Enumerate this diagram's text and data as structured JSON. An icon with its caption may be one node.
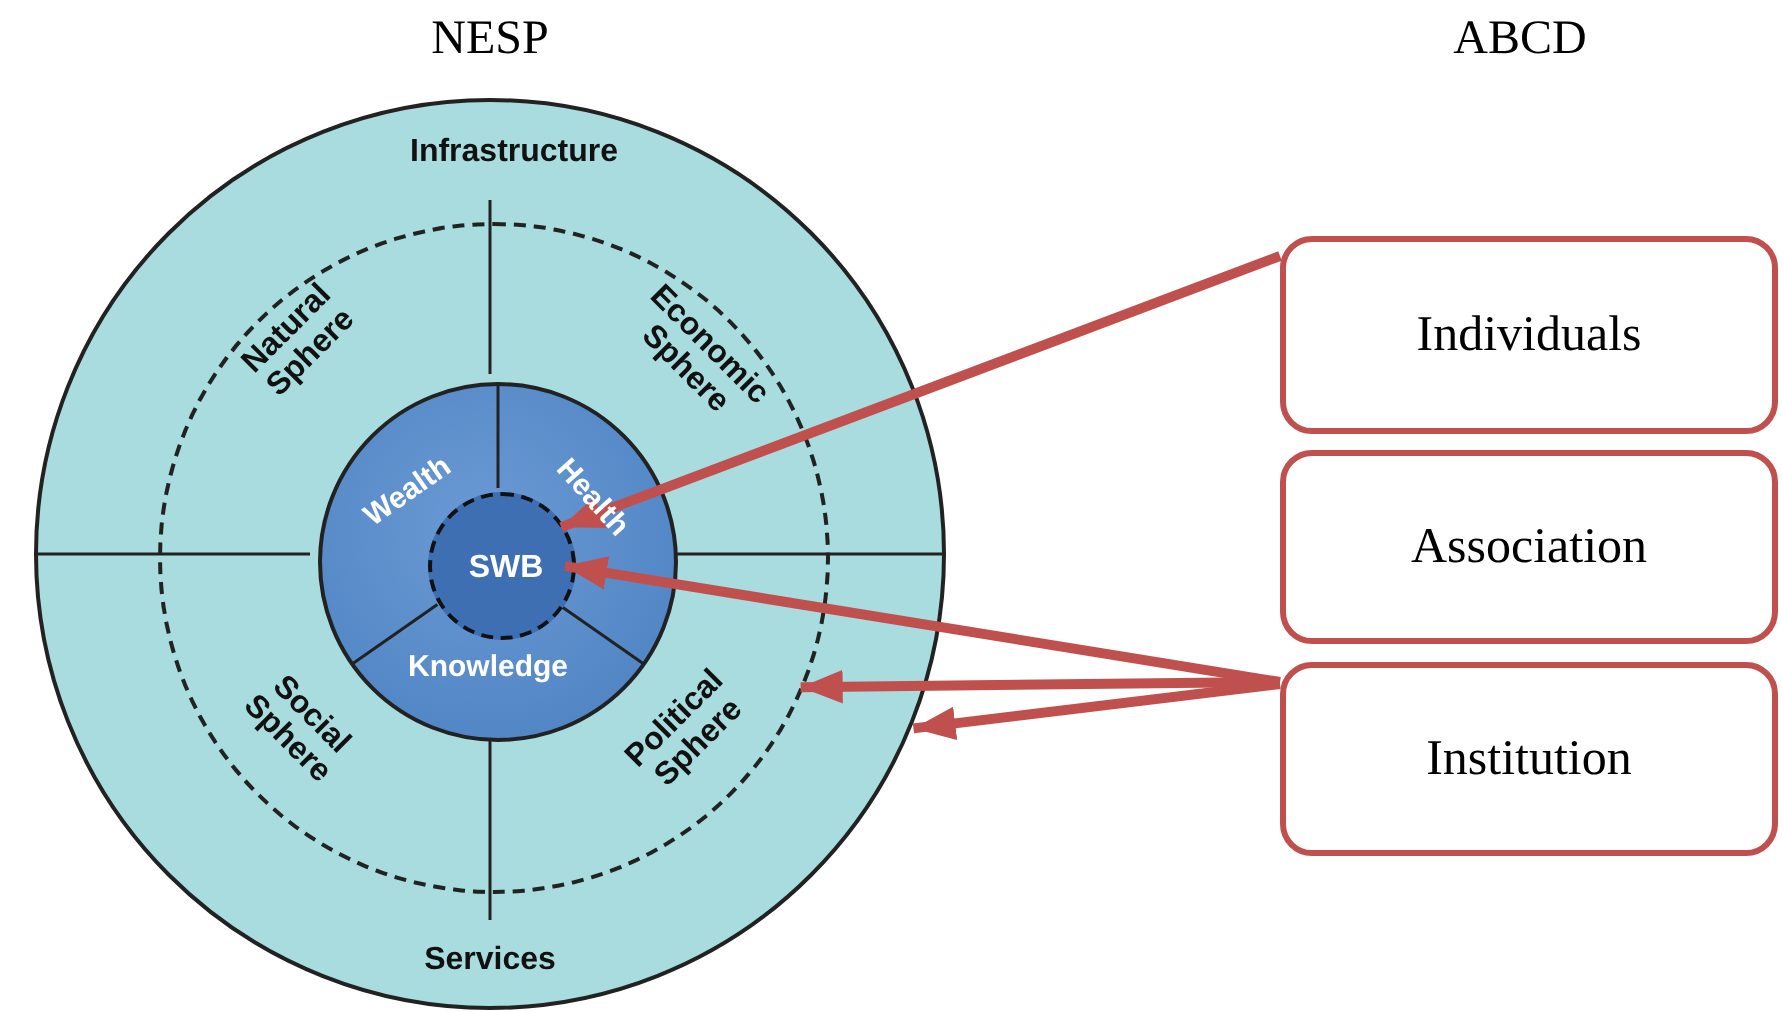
{
  "diagram": {
    "nodes": [
      {
        "text": [
          "Infrastructure",
          "Services"
        ]
      },
      {
        "text": [
          "Natural Sphere",
          "Economic Sphere",
          "Social Sphere",
          "Political Sphere"
        ],
        "in": 0
      },
      {
        "text": [
          "Wealth",
          "Health",
          "Knowledge"
        ],
        "in": 1
      },
      {
        "text": [
          "SWB"
        ],
        "in": 2
      },
      {
        "text": [
          "Individuals"
        ]
      },
      {
        "text": [
          "Association"
        ]
      },
      {
        "text": [
          "Institution"
        ]
      }
    ],
    "edges": [
      {
        "from": 4,
        "to": 3,
        "arrow": "to"
      },
      {
        "from": 6,
        "to": 3,
        "arrow": "to"
      },
      {
        "from": 6,
        "to": 1,
        "arrow": "to"
      },
      {
        "from": 6,
        "to": 0,
        "arrow": "to"
      }
    ],
    "labels": [
      "NESP",
      "ABCD"
    ]
  }
}
